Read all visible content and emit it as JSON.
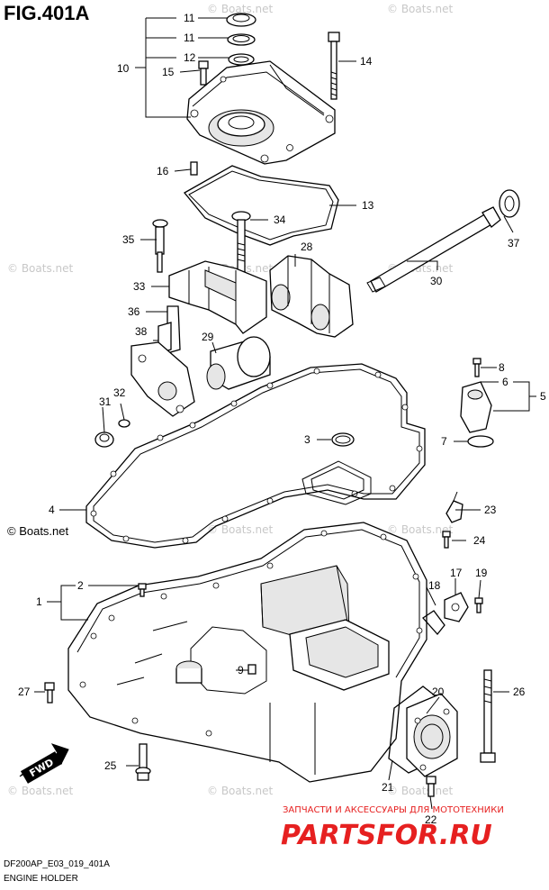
{
  "figure": {
    "code": "FIG.401A",
    "caption_model": "DF200AP_E03_019_401A",
    "caption_title": "ENGINE HOLDER",
    "direction_label": "FWD"
  },
  "watermarks": {
    "boats_net": "© Boats.net",
    "boats_net_bottom": "© Boats.net",
    "shop_tagline": "ЗАПЧАСТИ И АКСЕССУАРЫ ДЛЯ МОТОТЕХНИКИ",
    "shop_brand": "PARTSFOR.RU"
  },
  "callouts": {
    "n1": "1",
    "n2": "2",
    "n3": "3",
    "n4": "4",
    "n5": "5",
    "n6": "6",
    "n7": "7",
    "n8": "8",
    "n9": "9",
    "n10": "10",
    "n11a": "11",
    "n11b": "11",
    "n12": "12",
    "n13": "13",
    "n14": "14",
    "n15": "15",
    "n16": "16",
    "n17": "17",
    "n18": "18",
    "n19": "19",
    "n20": "20",
    "n21": "21",
    "n22": "22",
    "n23": "23",
    "n24": "24",
    "n25": "25",
    "n26": "26",
    "n27": "27",
    "n28": "28",
    "n29": "29",
    "n30": "30",
    "n31": "31",
    "n32": "32",
    "n33": "33",
    "n34": "34",
    "n35": "35",
    "n36": "36",
    "n37": "37",
    "n38": "38"
  }
}
